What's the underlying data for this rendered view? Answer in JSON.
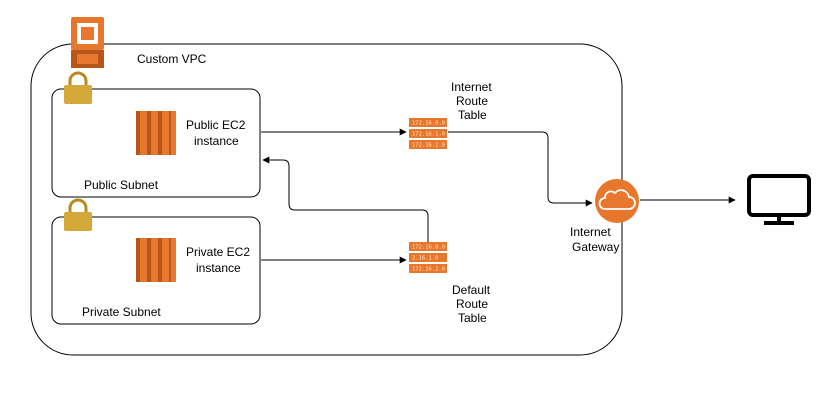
{
  "vpc": {
    "label": "Custom VPC"
  },
  "public_subnet": {
    "label": "Public Subnet"
  },
  "private_subnet": {
    "label": "Private Subnet"
  },
  "public_ec2": {
    "label_line1": "Public EC2",
    "label_line2": "instance"
  },
  "private_ec2": {
    "label_line1": "Private EC2",
    "label_line2": "instance"
  },
  "internet_route_table": {
    "label_line1": "Internet",
    "label_line2": "Route",
    "label_line3": "Table",
    "rows": [
      "172.16.0.0",
      "172.16.1.0",
      "172.16.2.0"
    ]
  },
  "default_route_table": {
    "label_line1": "Default",
    "label_line2": "Route",
    "label_line3": "Table",
    "rows": [
      "172.16.0.0",
      "2.16.1.0",
      "172.16.2.0"
    ]
  },
  "internet_gateway": {
    "label_line1": "Internet",
    "label_line2": "Gateway"
  },
  "colors": {
    "aws_orange": "#e8772e",
    "aws_orange_dark": "#b5561a",
    "lock_gold": "#d4a93a",
    "line": "#000000"
  },
  "icons": {
    "vpc": "vpc-icon",
    "lock": "lock-icon",
    "ec2": "ec2-instance-icon",
    "route_table": "route-table-icon",
    "gateway": "internet-gateway-icon",
    "client": "monitor-icon"
  }
}
